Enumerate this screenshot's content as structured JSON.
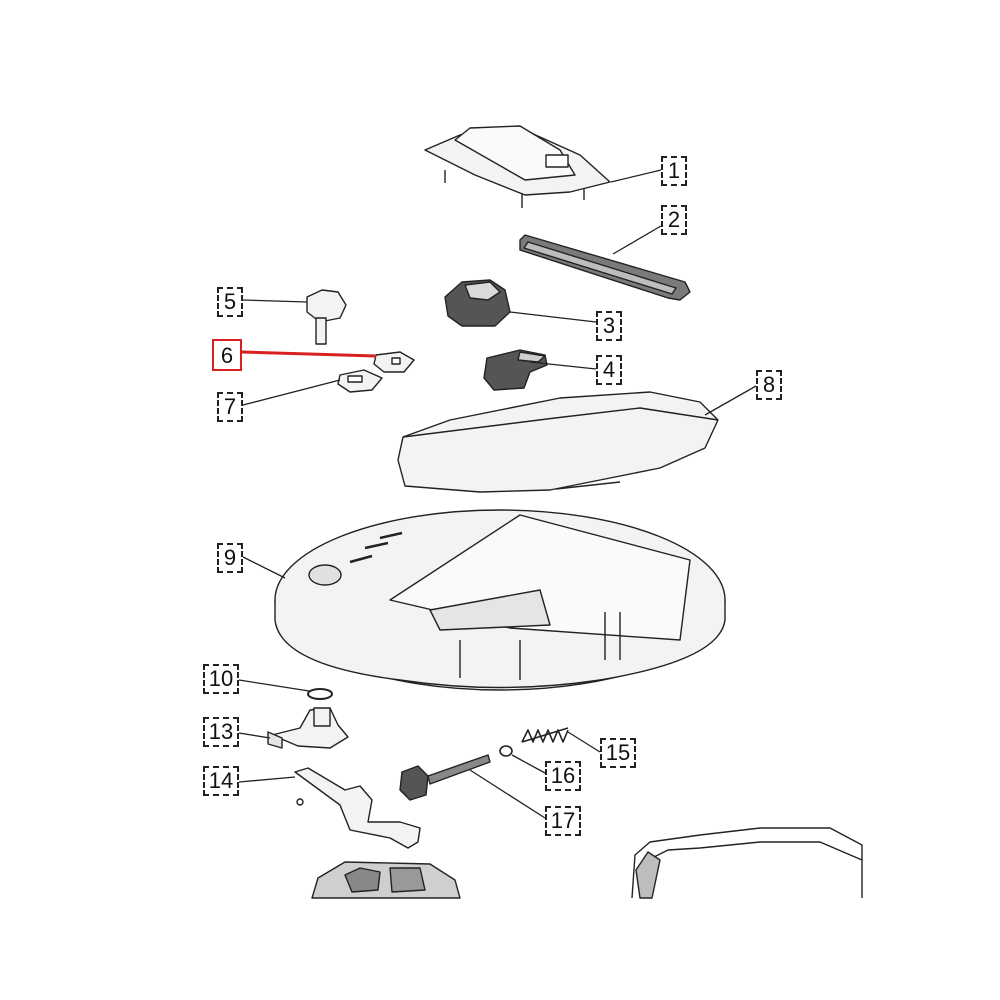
{
  "labels": {
    "l1": "1",
    "l2": "2",
    "l3": "3",
    "l4": "4",
    "l5": "5",
    "l6": "6",
    "l7": "7",
    "l8": "8",
    "l9": "9",
    "l10": "10",
    "l13": "13",
    "l14": "14",
    "l15": "15",
    "l16": "16",
    "l17": "17"
  },
  "highlighted_part": "6",
  "colors": {
    "highlight": "#d92020",
    "line": "#222222",
    "part_fill": "#f3f3f3",
    "dark_part_fill": "#555555"
  }
}
